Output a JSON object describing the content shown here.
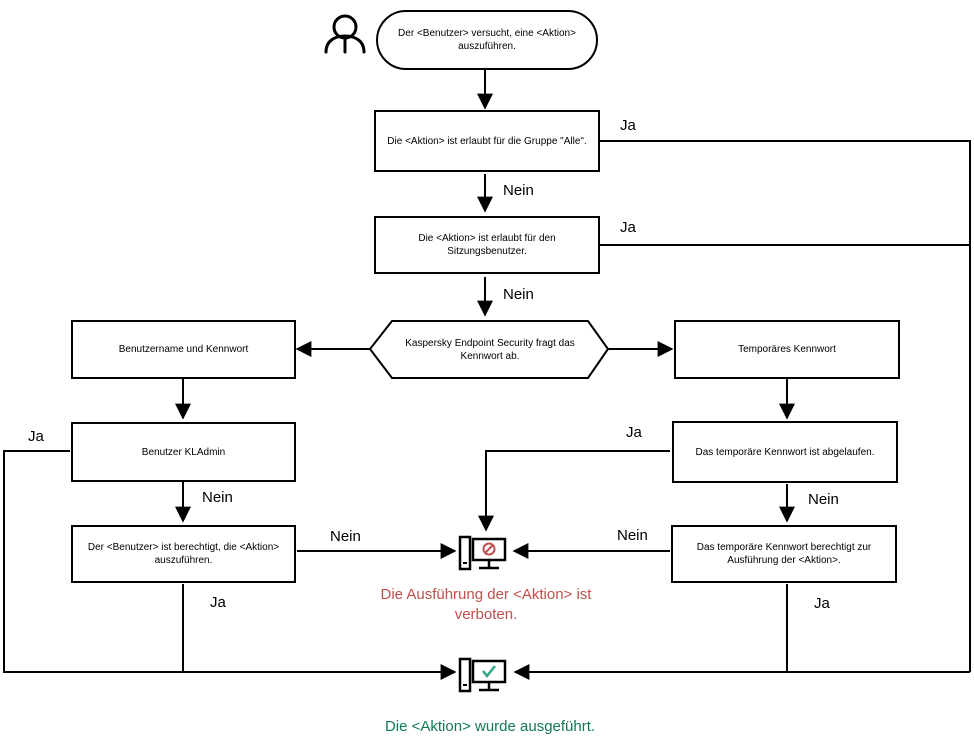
{
  "nodes": {
    "start": "Der <Benutzer> versucht, eine <Aktion> auszuführen.",
    "group_all": "Die <Aktion> ist erlaubt für die Gruppe \"Alle\".",
    "session_user": "Die <Aktion> ist erlaubt für den Sitzungsbenutzer.",
    "kes_asks": "Kaspersky Endpoint Security fragt das Kennwort ab.",
    "username_password": "Benutzername und Kennwort",
    "temp_password": "Temporäres Kennwort",
    "kladmin": "Benutzer KLAdmin",
    "temp_expired": "Das temporäre Kennwort ist abgelaufen.",
    "user_authorized": "Der <Benutzer> ist berechtigt, die <Aktion> auszuführen.",
    "temp_authorized": "Das temporäre Kennwort berechtigt zur Ausführung der <Aktion>."
  },
  "labels": {
    "ja": "Ja",
    "nein": "Nein"
  },
  "outcomes": {
    "denied": "Die Ausführung der <Aktion> ist verboten.",
    "executed": "Die <Aktion> wurde ausgeführt."
  },
  "colors": {
    "denied": "#c0504d",
    "executed": "#0f7a55",
    "check": "#2fa58a",
    "lines": "#000000"
  },
  "icons": [
    "user-icon",
    "computer-blocked-icon",
    "computer-allowed-icon"
  ]
}
